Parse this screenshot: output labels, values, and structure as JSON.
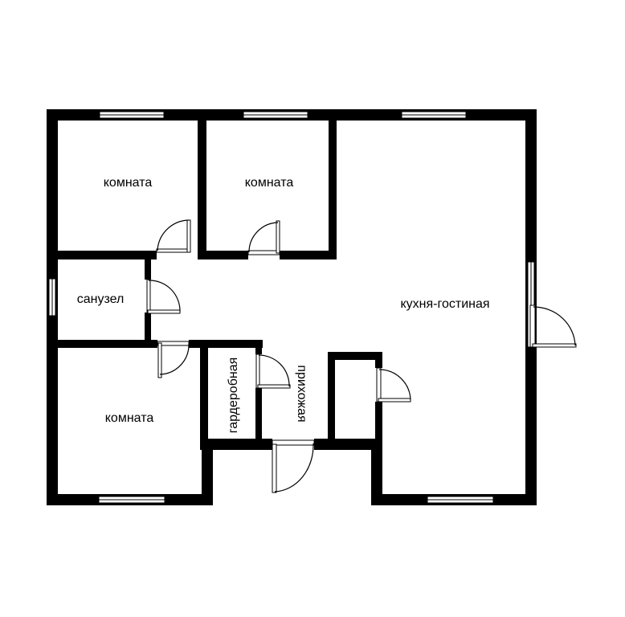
{
  "colors": {
    "wall": "#000000",
    "background": "#ffffff"
  },
  "rooms": {
    "room_top_left": "комната",
    "room_top_middle": "комната",
    "room_bottom_left": "комната",
    "bathroom": "санузел",
    "kitchen_living": "кухня-гостиная",
    "wardrobe": "гардеробная",
    "hallway": "прихожая"
  }
}
